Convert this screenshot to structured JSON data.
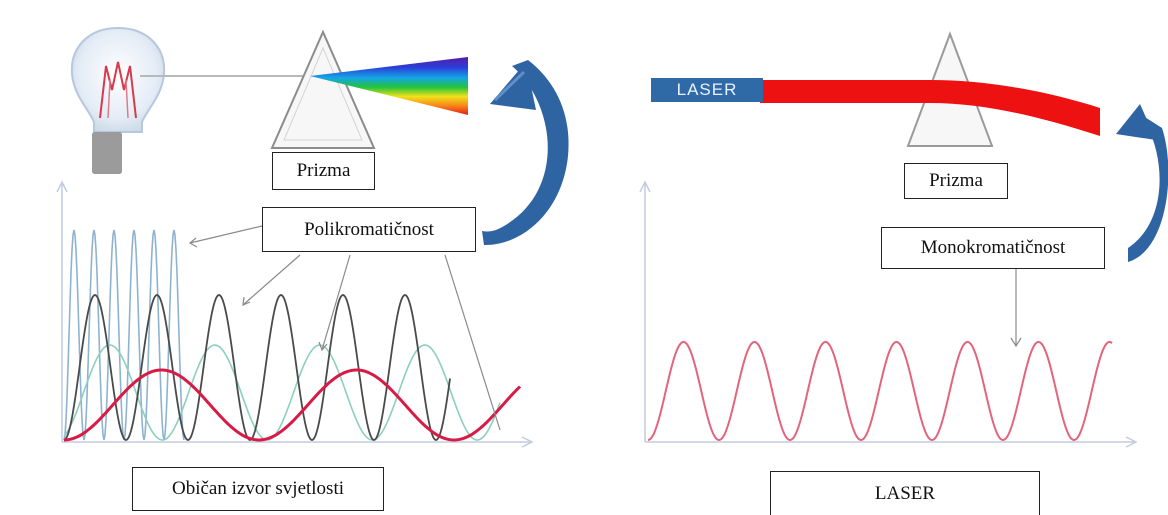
{
  "left_panel": {
    "prism_label": "Prizma",
    "poly_label": "Polikromatičnost",
    "source_label": "Običan izvor svjetlosti"
  },
  "right_panel": {
    "laser_tag": "LASER",
    "prism_label": "Prizma",
    "mono_label": "Monokromatičnost",
    "bottom_label": "LASER"
  },
  "colors": {
    "laser_beam": "#ee1111",
    "arrow_blue": "#2f64a3",
    "red_wave": "#d81b45",
    "pink_wave": "#e2657c",
    "dark_wave": "#4a4a4a",
    "blue_wave": "#8fb3cf",
    "teal_wave": "#8ccfc0",
    "axis": "#c3cbe0"
  },
  "icons": [
    "light-bulb-icon",
    "prism-icon",
    "curved-arrow-icon"
  ]
}
